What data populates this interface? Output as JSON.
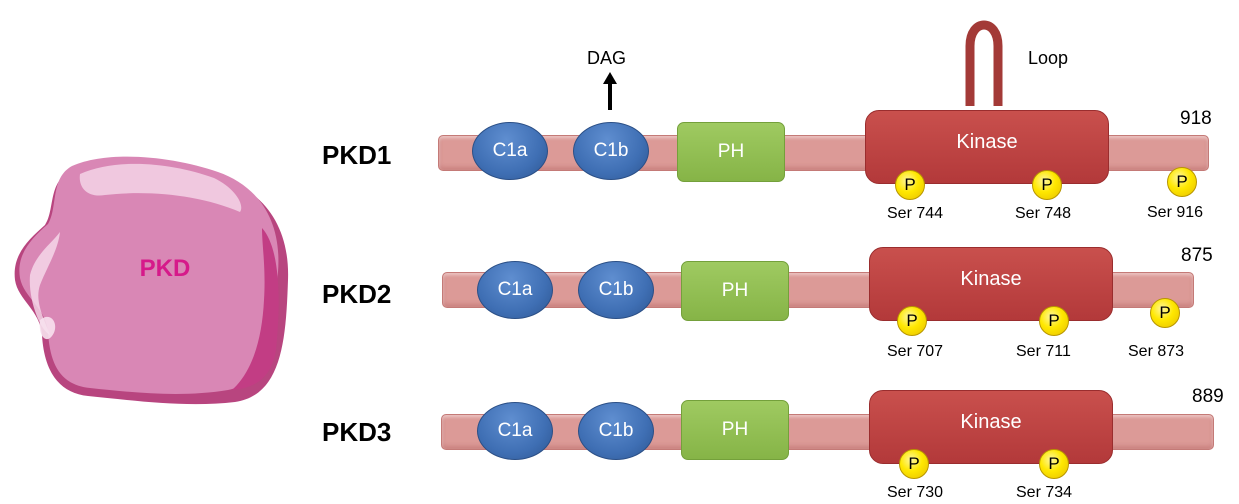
{
  "blob": {
    "label": "PKD"
  },
  "dag_label": "DAG",
  "loop_label": "Loop",
  "phospho_symbol": "P",
  "proteins": [
    {
      "name": "PKD1",
      "length": "918",
      "domains": {
        "c1a": "C1a",
        "c1b": "C1b",
        "ph": "PH",
        "kinase": "Kinase"
      },
      "sites": [
        "Ser 744",
        "Ser 748",
        "Ser 916"
      ]
    },
    {
      "name": "PKD2",
      "length": "875",
      "domains": {
        "c1a": "C1a",
        "c1b": "C1b",
        "ph": "PH",
        "kinase": "Kinase"
      },
      "sites": [
        "Ser 707",
        "Ser 711",
        "Ser 873"
      ]
    },
    {
      "name": "PKD3",
      "length": "889",
      "domains": {
        "c1a": "C1a",
        "c1b": "C1b",
        "ph": "PH",
        "kinase": "Kinase"
      },
      "sites": [
        "Ser 730",
        "Ser 734"
      ]
    }
  ],
  "colors": {
    "backbone": "#dc9a97",
    "c1_domain": "#3f6fb4",
    "ph_domain": "#8fbd50",
    "kinase_domain": "#b93e3e",
    "loop": "#a33a37",
    "phospho": "#ffe800",
    "blob": "#d77fb0",
    "blob_label": "#d6198a"
  }
}
